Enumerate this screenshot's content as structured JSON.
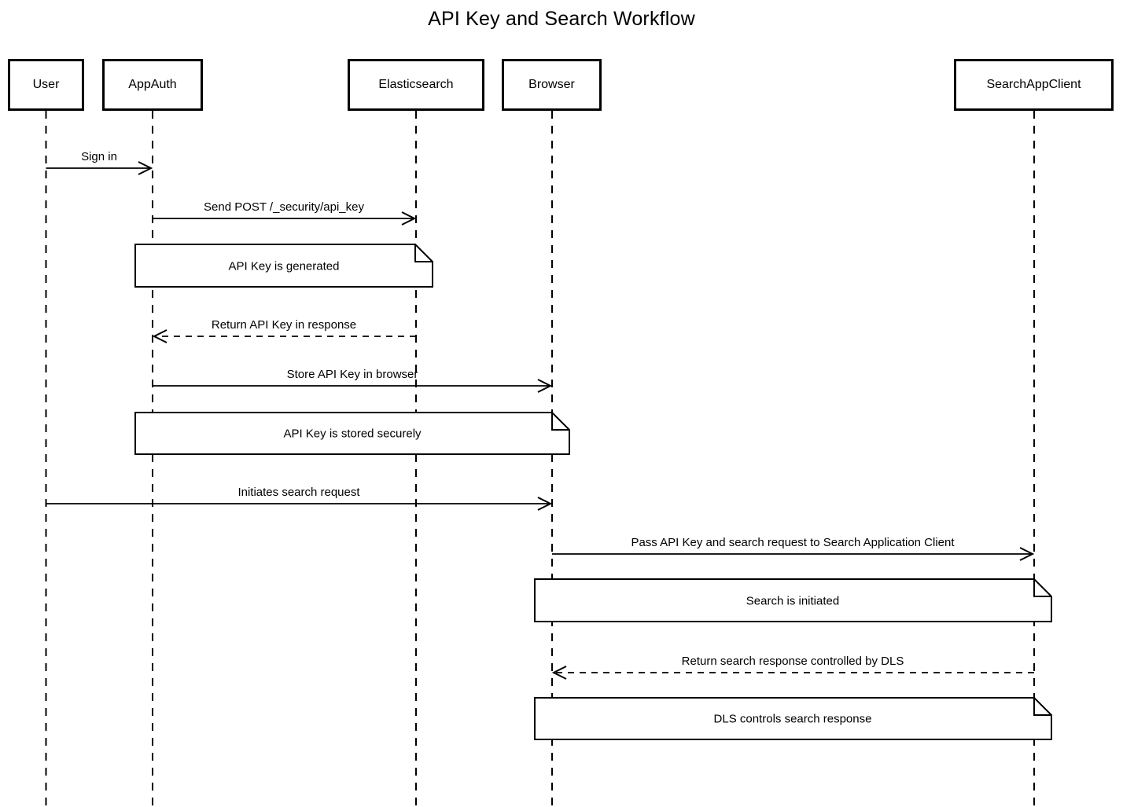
{
  "title": "API Key and Search Workflow",
  "colors": {
    "line": "#000000",
    "background": "#ffffff",
    "text": "#000000"
  },
  "actors": [
    {
      "id": "user",
      "label": "User"
    },
    {
      "id": "appauth",
      "label": "AppAuth"
    },
    {
      "id": "elasticsearch",
      "label": "Elasticsearch"
    },
    {
      "id": "browser",
      "label": "Browser"
    },
    {
      "id": "searchappclient",
      "label": "SearchAppClient"
    }
  ],
  "messages": [
    {
      "from": "User",
      "to": "AppAuth",
      "style": "solid",
      "text": "Sign in"
    },
    {
      "from": "AppAuth",
      "to": "Elasticsearch",
      "style": "solid",
      "text": "Send POST /_security/api_key"
    },
    {
      "from": "Elasticsearch",
      "to": "AppAuth",
      "style": "dashed",
      "text": "Return API Key in response"
    },
    {
      "from": "AppAuth",
      "to": "Browser",
      "style": "solid",
      "text": "Store API Key in browser"
    },
    {
      "from": "User",
      "to": "Browser",
      "style": "solid",
      "text": "Initiates search request"
    },
    {
      "from": "Browser",
      "to": "SearchAppClient",
      "style": "solid",
      "text": "Pass API Key and search request to Search Application Client"
    },
    {
      "from": "SearchAppClient",
      "to": "Browser",
      "style": "dashed",
      "text": "Return search response controlled by DLS"
    }
  ],
  "notes": [
    {
      "over": "AppAuth, Elasticsearch",
      "text": "API Key is generated"
    },
    {
      "over": "AppAuth, Browser",
      "text": "API Key is stored securely"
    },
    {
      "over": "Browser, SearchAppClient",
      "text": "Search is initiated"
    },
    {
      "over": "Browser, SearchAppClient",
      "text": "DLS controls search response"
    }
  ]
}
